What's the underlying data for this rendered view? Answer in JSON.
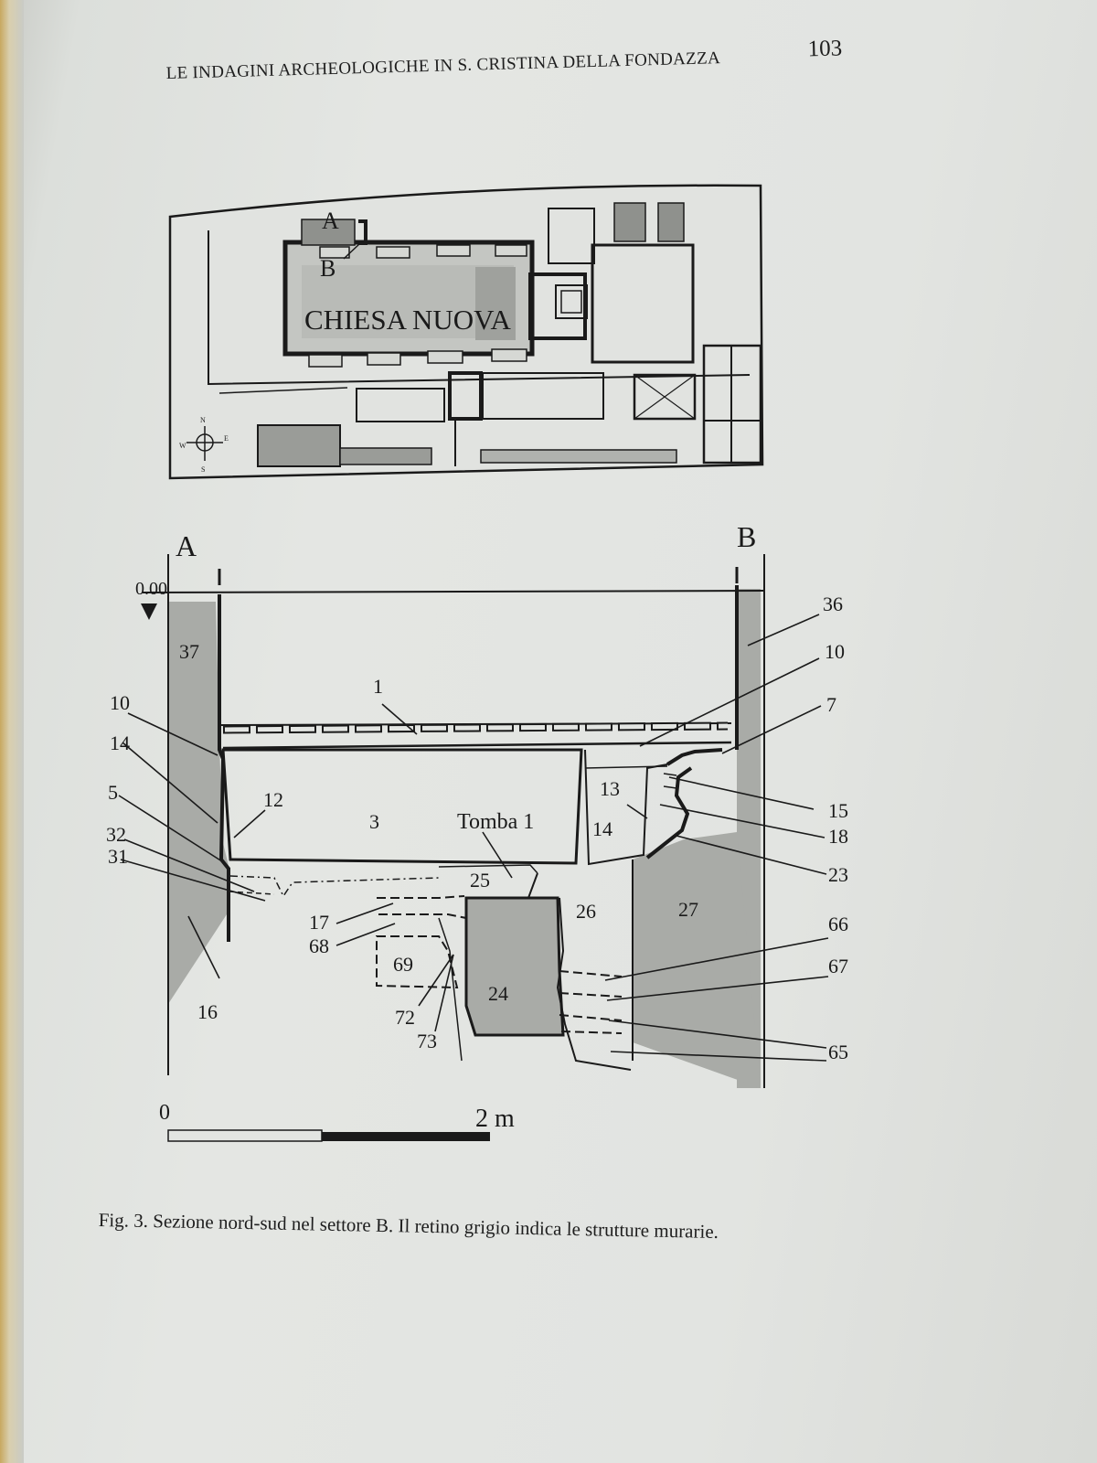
{
  "header": {
    "running_title": "LE INDAGINI ARCHEOLOGICHE IN S. CRISTINA DELLA FONDAZZA",
    "page_number": "103"
  },
  "plan": {
    "church_label": "CHIESA NUOVA",
    "section_start": "A",
    "section_end": "B",
    "compass": {
      "north": "N",
      "south": "S",
      "east": "E",
      "west": "W"
    }
  },
  "section": {
    "end_a": "A",
    "end_b": "B",
    "datum": "0.00",
    "tomb_label": "Tomba 1",
    "unit_labels": [
      "37",
      "1",
      "10",
      "14",
      "5",
      "32",
      "31",
      "16",
      "12",
      "3",
      "25",
      "17",
      "68",
      "69",
      "72",
      "73",
      "24",
      "26",
      "27",
      "13",
      "14",
      "36",
      "10",
      "7",
      "15",
      "18",
      "23",
      "66",
      "67",
      "65"
    ]
  },
  "scale": {
    "start": "0",
    "end": "2 m"
  },
  "caption": {
    "label": "Fig. 3.",
    "text": "Sezione nord-sud nel settore B. Il retino grigio indica le strutture murarie."
  },
  "colors": {
    "wall_fill": "#a9aba7",
    "ink": "#1a1a1a",
    "paper": "#e3e5e2"
  }
}
